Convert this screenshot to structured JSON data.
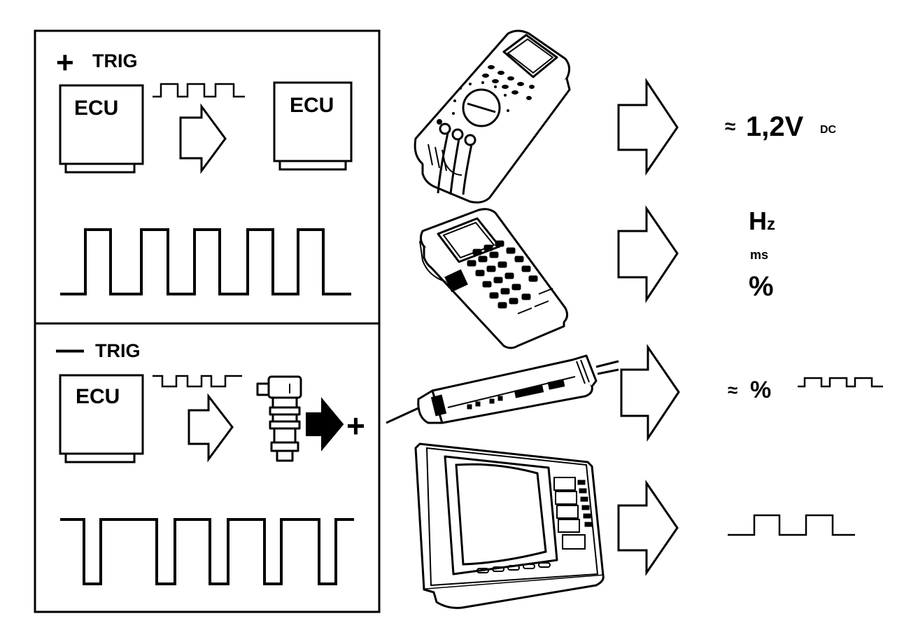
{
  "left_panel": {
    "positive_trigger": {
      "sign": "+",
      "label": "TRIG",
      "ecu_left": "ECU",
      "ecu_right": "ECU"
    },
    "negative_trigger": {
      "sign": "—",
      "label": "TRIG",
      "ecu": "ECU",
      "output_sign": "+"
    }
  },
  "outputs": {
    "multimeter": {
      "approx": "≈",
      "value": "1,2V",
      "unit": "DC"
    },
    "tester": {
      "hz_big": "H",
      "hz_small": "z",
      "ms": "ms",
      "percent": "%"
    },
    "logic_probe": {
      "approx": "≈",
      "percent": "%"
    }
  }
}
